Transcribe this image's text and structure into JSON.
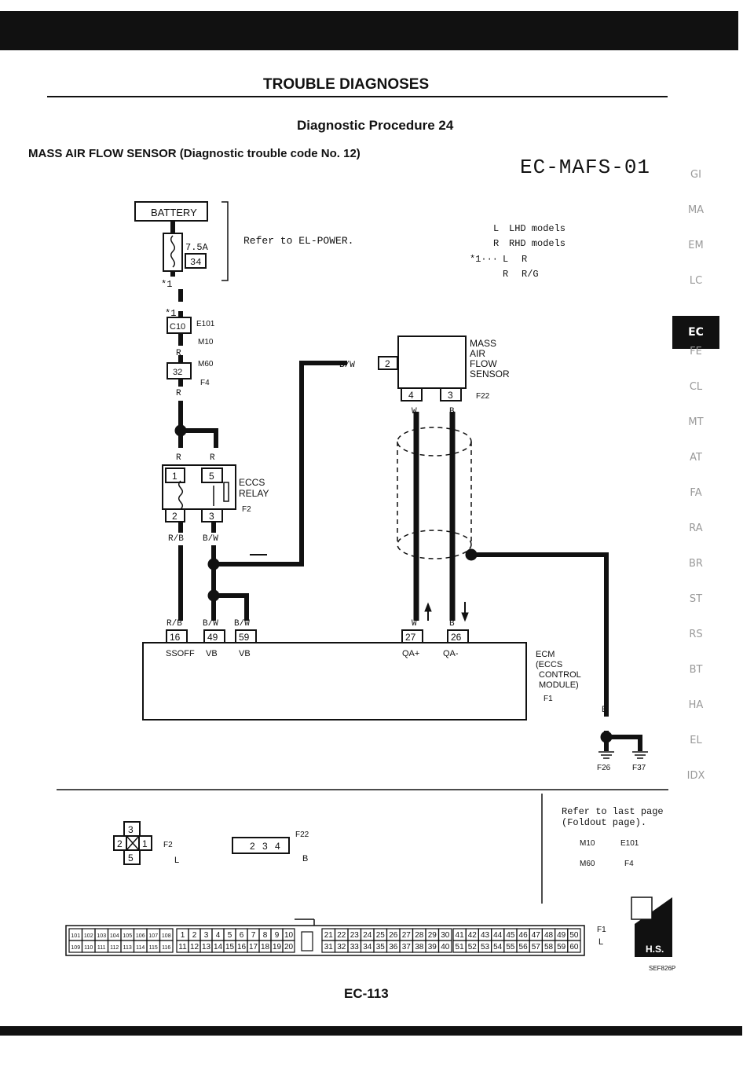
{
  "header": {
    "title": "TROUBLE DIAGNOSES"
  },
  "procedure_title": "Diagnostic Procedure 24",
  "subject": "MASS AIR FLOW SENSOR (Diagnostic trouble code No. 12)",
  "diagram_code": "EC-MAFS-01",
  "side_tabs": [
    "GI",
    "MA",
    "EM",
    "LC",
    "EC",
    "FE",
    "CL",
    "MT",
    "AT",
    "FA",
    "RA",
    "BR",
    "ST",
    "RS",
    "BT",
    "HA",
    "EL",
    "IDX"
  ],
  "active_tab": "EC",
  "legend": {
    "lhd": "LHD models",
    "rhd": "RHD models",
    "l_sym": "L",
    "r_sym": "R",
    "note_prefix": "*1···",
    "lhd_val": "R",
    "rhd_val": "R/G"
  },
  "battery": {
    "label": "BATTERY",
    "fuse_amp": "7.5A",
    "fuse_no": "34",
    "note": "Refer to EL-POWER.",
    "star": "*1"
  },
  "connectors": {
    "c10": "C10",
    "e101": "E101",
    "m10": "M10",
    "m60": "M60",
    "f4": "F4",
    "t32": "32",
    "f2": "F2",
    "f22": "F22",
    "f1": "F1",
    "f26": "F26",
    "f37": "F37"
  },
  "wires": {
    "R": "R",
    "RB": "R/B",
    "BW": "B/W",
    "W": "W",
    "B": "B"
  },
  "relay": {
    "label1": "ECCS",
    "label2": "RELAY",
    "t1": "1",
    "t5": "5",
    "t2": "2",
    "t3": "3"
  },
  "maf": {
    "label1": "MASS",
    "label2": "AIR",
    "label3": "FLOW",
    "label4": "SENSOR",
    "t2": "2",
    "t4": "4",
    "t3": "3"
  },
  "ecm": {
    "t16": "16",
    "t49": "49",
    "t59": "59",
    "t27": "27",
    "t26": "26",
    "p16": "SSOFF",
    "p49": "VB",
    "p59": "VB",
    "p27": "QA+",
    "p26": "QA-",
    "label1": "ECM",
    "label2": "(ECCS",
    "label3": "CONTROL",
    "label4": "MODULE)"
  },
  "bottom": {
    "refer1": "Refer to last page",
    "refer2": "(Foldout page).",
    "f2_color": "L",
    "f22_color": "B",
    "f1_color": "L",
    "f2_pins": [
      "3",
      "2",
      "1",
      "5"
    ],
    "f22_pins": [
      "2",
      "3",
      "4"
    ],
    "hs": "H.S.",
    "ref_code": "SEF826P"
  },
  "ecm_pins": {
    "g1a": [
      "101",
      "102",
      "103",
      "104",
      "105",
      "106",
      "107",
      "108"
    ],
    "g1b": [
      "109",
      "110",
      "111",
      "112",
      "113",
      "114",
      "115",
      "116"
    ],
    "g2a": [
      "1",
      "2",
      "3",
      "4",
      "5",
      "6",
      "7",
      "8",
      "9",
      "10"
    ],
    "g2b": [
      "11",
      "12",
      "13",
      "14",
      "15",
      "16",
      "17",
      "18",
      "19",
      "20"
    ],
    "g3a": [
      "21",
      "22",
      "23",
      "24",
      "25",
      "26",
      "27",
      "28",
      "29",
      "30"
    ],
    "g3b": [
      "31",
      "32",
      "33",
      "34",
      "35",
      "36",
      "37",
      "38",
      "39",
      "40"
    ],
    "g4a": [
      "41",
      "42",
      "43",
      "44",
      "45",
      "46",
      "47",
      "48",
      "49",
      "50"
    ],
    "g4b": [
      "51",
      "52",
      "53",
      "54",
      "55",
      "56",
      "57",
      "58",
      "59",
      "60"
    ]
  },
  "page_number": "EC-113"
}
